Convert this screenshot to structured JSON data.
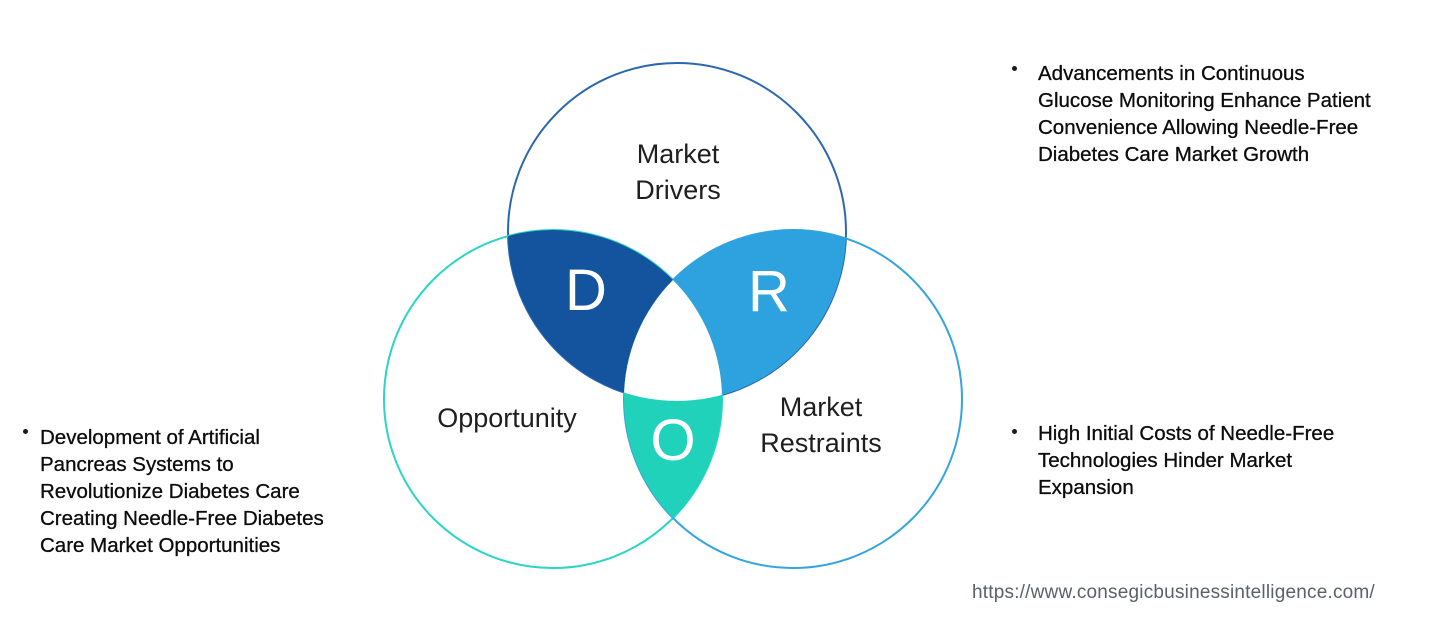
{
  "venn": {
    "drivers": {
      "label_line1": "Market",
      "label_line2": "Drivers",
      "letter": "D",
      "stroke_color": "#2b68b0",
      "overlap_fill": "#14539e"
    },
    "opportunity": {
      "label": "Opportunity",
      "letter": "O",
      "stroke_color": "#2cd5c5",
      "overlap_fill": "#1fd2b9"
    },
    "restraints": {
      "label_line1": "Market",
      "label_line2": "Restraints",
      "letter": "R",
      "stroke_color": "#36a4e2",
      "overlap_fill": "#2da2df"
    }
  },
  "notes": {
    "drivers_note": {
      "lines": [
        "Advancements in Continuous",
        "Glucose Monitoring Enhance Patient",
        "Convenience Allowing Needle-Free",
        "Diabetes Care Market Growth"
      ]
    },
    "opportunity_note": {
      "lines": [
        "Development of Artificial",
        "Pancreas Systems to",
        "Revolutionize Diabetes Care",
        "Creating Needle-Free Diabetes",
        "Care Market Opportunities"
      ]
    },
    "restraints_note": {
      "lines": [
        "High Initial Costs of Needle-Free",
        "Technologies Hinder Market",
        "Expansion"
      ]
    }
  },
  "footer": {
    "url": "https://www.consegicbusinessintelligence.com/"
  }
}
